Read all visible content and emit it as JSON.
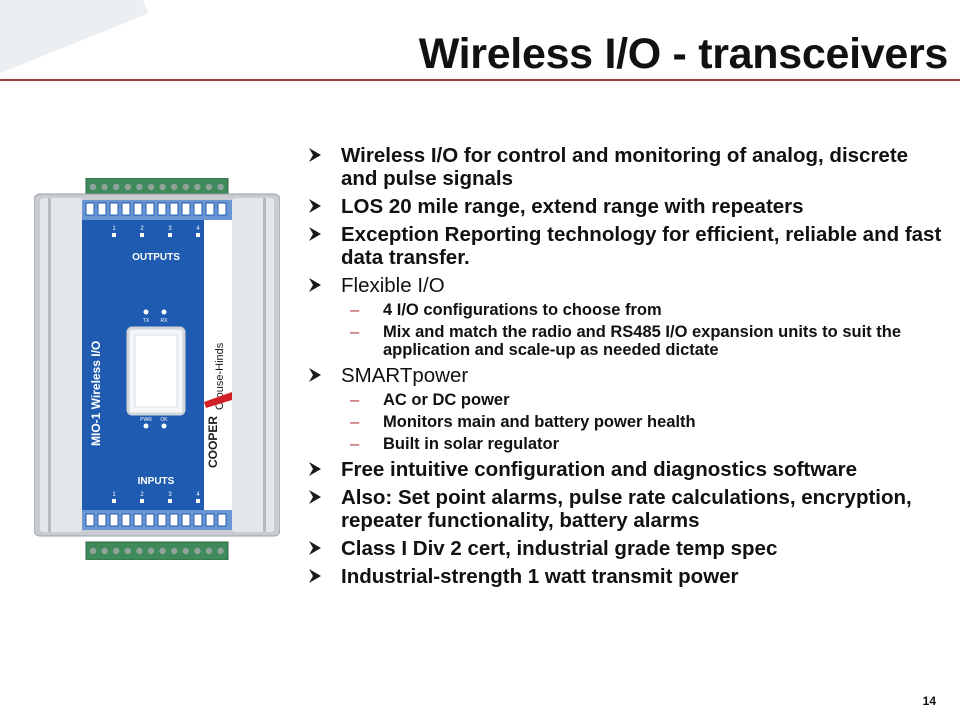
{
  "slide": {
    "title": "Wireless I/O - transceivers",
    "page_number": "14"
  },
  "device": {
    "model_label": "MIO-1  Wireless I/O",
    "outputs_label": "OUTPUTS",
    "inputs_label": "INPUTS",
    "brand": "COOPER",
    "brand_sub": "Crouse-Hinds",
    "tx_label": "TX",
    "rx_label": "RX",
    "pwr_label": "PWR",
    "ok_label": "OK",
    "channel_numbers": [
      "1",
      "2",
      "3",
      "4"
    ],
    "colors": {
      "body": "#1f5bb0",
      "frame": "#d0d4d8",
      "accent": "#d31f26"
    }
  },
  "bullets": [
    {
      "text": "Wireless I/O for control and monitoring of analog, discrete and pulse signals",
      "bold": true
    },
    {
      "text": "LOS 20 mile range, extend range with repeaters",
      "bold": true
    },
    {
      "text": "Exception Reporting technology for efficient, reliable and fast data transfer.",
      "bold": true
    },
    {
      "text": "Flexible I/O",
      "bold": false,
      "sub": [
        "4 I/O configurations to choose from",
        "Mix and match the radio and  RS485 I/O expansion units to suit the application and scale-up as needed dictate"
      ]
    },
    {
      "text": "SMARTpower",
      "bold": false,
      "sub": [
        "AC or DC power",
        "Monitors main and battery power health",
        "Built in solar regulator"
      ]
    },
    {
      "text": "Free intuitive configuration and diagnostics software",
      "bold": true
    },
    {
      "text": "Also: Set point alarms, pulse rate calculations, encryption, repeater functionality, battery alarms",
      "bold": true
    },
    {
      "text": "Class I Div 2 cert, industrial grade temp spec",
      "bold": true
    },
    {
      "text": "Industrial-strength 1 watt transmit power",
      "bold": true
    }
  ],
  "icons": {
    "bullet": "arrowhead-bullet-icon",
    "sub_bullet": "dash-bullet-icon"
  }
}
